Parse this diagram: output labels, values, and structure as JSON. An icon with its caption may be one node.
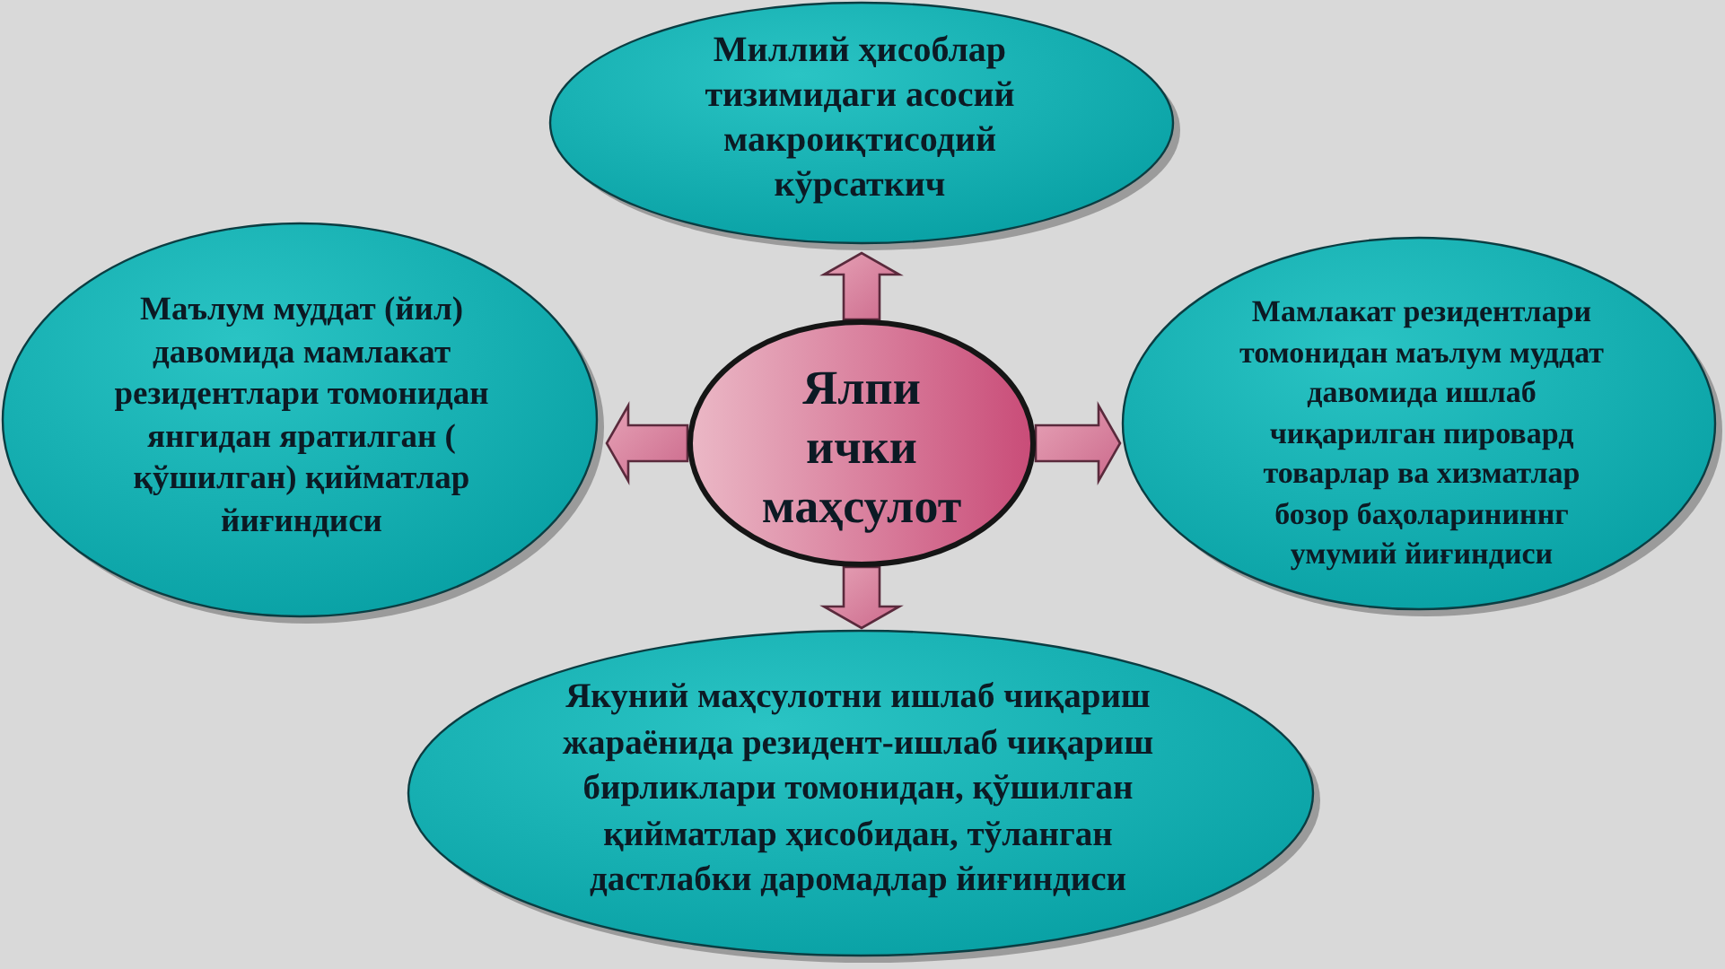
{
  "diagram": {
    "nodes": [
      {
        "text": [
          "Миллий ҳисоблар тизимидаги асосий макроиқтисодий кўрсаткич"
        ]
      },
      {
        "text": [
          "Маълум муддат (йил) давомида мамлакат резидентлари томонидан янгидан яратилган ( қўшилган) қийматлар йиғиндиси"
        ]
      },
      {
        "text": [
          "Ялпи ички маҳсулот"
        ]
      },
      {
        "text": [
          "Мамлакат резидентлари томонидан маълум муддат давомида ишлаб чиқарилган пировард товарлар ва хизматлар бозор баҳоларининнг умумий йиғиндиси"
        ]
      },
      {
        "text": [
          "Якуний маҳсулотни ишлаб чиқариш жараёнида резидент-ишлаб чиқариш бирликлари томонидан, қўшилган қийматлар ҳисобидан, тўланган дастлабки даромадлар йиғиндиси"
        ]
      }
    ],
    "edges": [
      {
        "from": 2,
        "to": 0,
        "arrow": "to"
      },
      {
        "from": 2,
        "to": 1,
        "arrow": "to"
      },
      {
        "from": 2,
        "to": 3,
        "arrow": "to"
      },
      {
        "from": 2,
        "to": 4,
        "arrow": "to"
      }
    ]
  }
}
